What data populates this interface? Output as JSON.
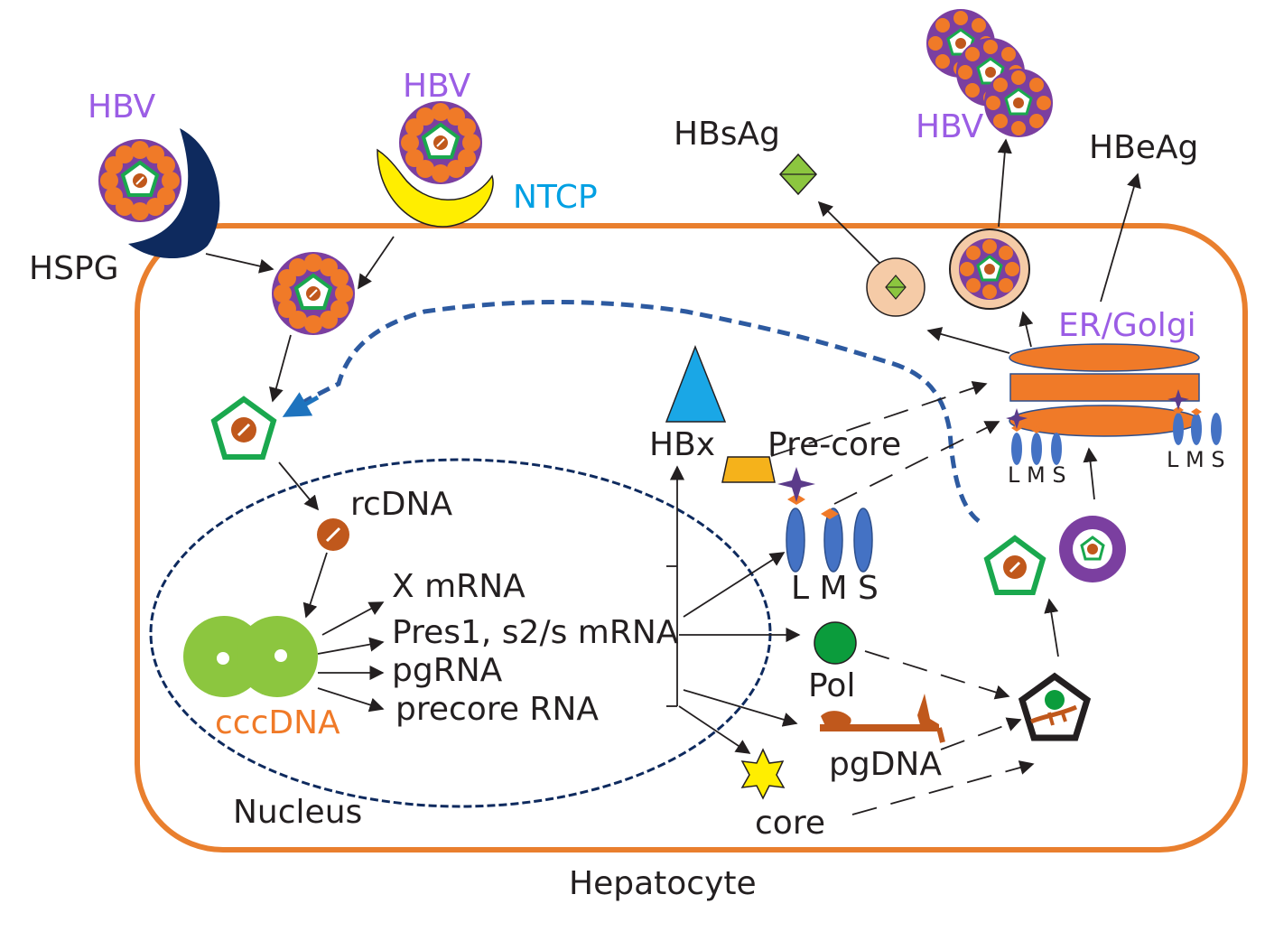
{
  "labels": {
    "hbv_left": "HBV",
    "hbv_center": "HBV",
    "hbv_right": "HBV",
    "hspg": "HSPG",
    "ntcp": "NTCP",
    "hbsag": "HBsAg",
    "hbeag": "HBeAg",
    "er_golgi": "ER/Golgi",
    "hbx": "HBx",
    "pre_core": "Pre-core",
    "rcdna": "rcDNA",
    "x_mrna": "X mRNA",
    "pres_mrna": "Pres1, s2/s mRNA",
    "pgrna": "pgRNA",
    "precore_rna": "precore RNA",
    "cccdna": "cccDNA",
    "nucleus": "Nucleus",
    "pol": "Pol",
    "pgdna": "pgDNA",
    "core": "core",
    "lms_center": "L M S",
    "lms_golgi_left": "L M S",
    "lms_golgi_right": "L M S",
    "hepatocyte": "Hepatocyte"
  },
  "colors": {
    "cell_membrane": "#e97f2e",
    "virion_envelope": "#7b3fa0",
    "capsid_subunit": "#f07a28",
    "capsid_green": "#1aa84e",
    "dna_brown": "#c0581c",
    "ntcp": "#ffee00",
    "hspg": "#0e2a5e",
    "hbx": "#1aa7e6",
    "precore": "#f5b21b",
    "protein_blue": "#4472c4",
    "pol": "#0b9c3c",
    "core_star": "#ffee00",
    "cccdna": "#8cc63f",
    "hbsag_green": "#8cc63f",
    "vesicle": "#f5cba7",
    "blue_label": "#00a0e3",
    "purple_label": "#9b5de5",
    "orange_label": "#f07a28",
    "recycling_path": "#2d5aa0"
  },
  "icons": [
    "hbv-virion",
    "hspg-receptor",
    "ntcp-receptor",
    "nucleocapsid",
    "rcdna",
    "cccdna",
    "hbx-triangle",
    "precore-trapezoid",
    "envelope-protein",
    "polymerase",
    "pgdna",
    "core-star",
    "hbsag-diamond",
    "er-golgi-stack"
  ]
}
